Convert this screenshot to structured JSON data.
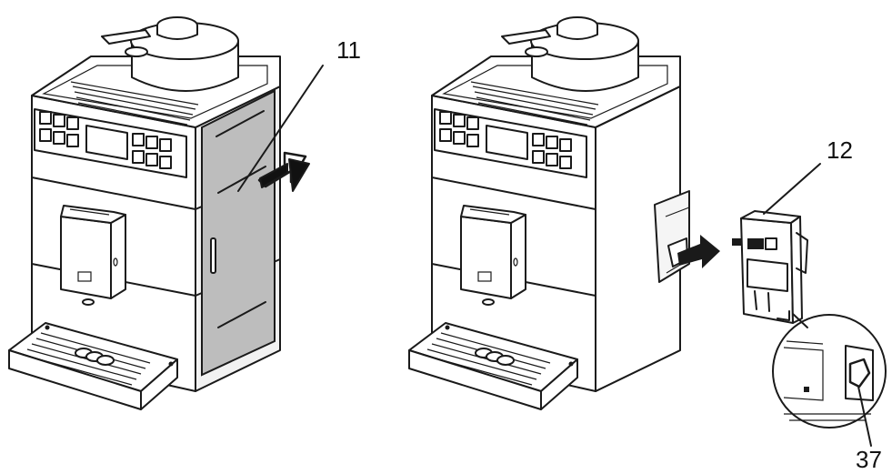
{
  "labels": {
    "side_panel": "11",
    "brew_unit": "12",
    "release_lever": "37"
  },
  "colors": {
    "line": "#1a1a1a",
    "panel_fill": "#bdbdbd",
    "background": "#ffffff"
  }
}
